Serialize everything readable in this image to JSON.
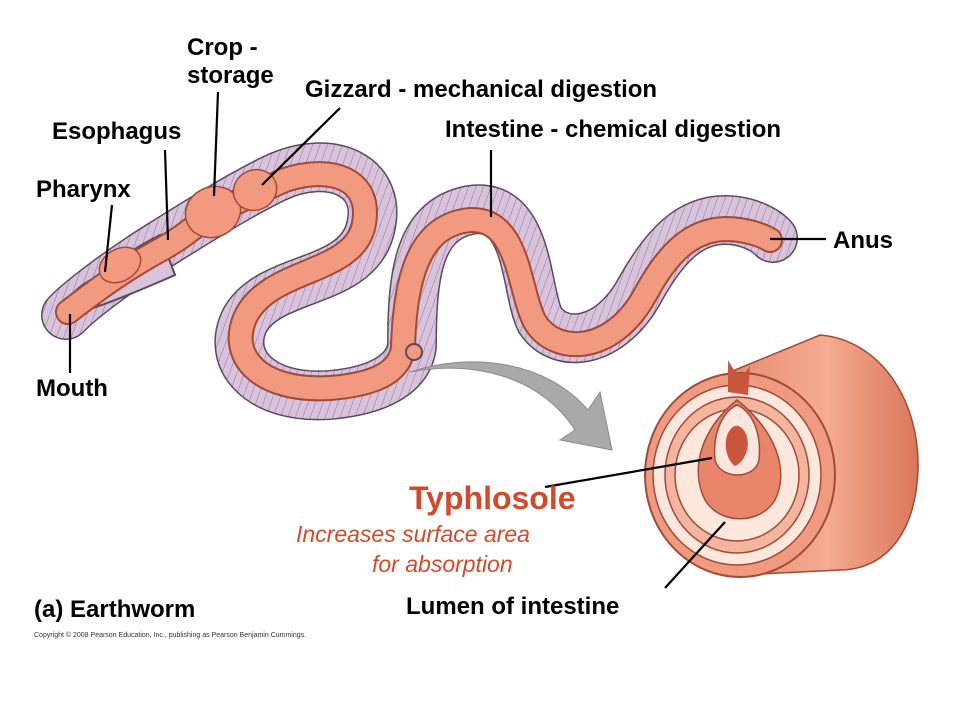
{
  "labels": {
    "crop_line1": "Crop -",
    "crop_line2": "storage",
    "gizzard": "Gizzard - mechanical digestion",
    "esophagus": "Esophagus",
    "intestine": "Intestine - chemical digestion",
    "pharynx": "Pharynx",
    "anus": "Anus",
    "mouth": "Mouth",
    "typhlosole": "Typhlosole",
    "typhlosole_note_line1": "Increases surface area",
    "typhlosole_note_line2": "for absorption",
    "lumen": "Lumen of intestine",
    "caption": "(a) Earthworm",
    "copyright": "Copyright © 2008 Pearson Education, Inc., publishing as Pearson Benjamin Cummings."
  },
  "colors": {
    "body_fill": "#d9c3dc",
    "body_stroke": "#5a4a5c",
    "gut_fill": "#f19a80",
    "gut_stroke": "#a04a38",
    "accent_red": "#d24a2c",
    "arrow_fill": "#a9a9a9"
  }
}
